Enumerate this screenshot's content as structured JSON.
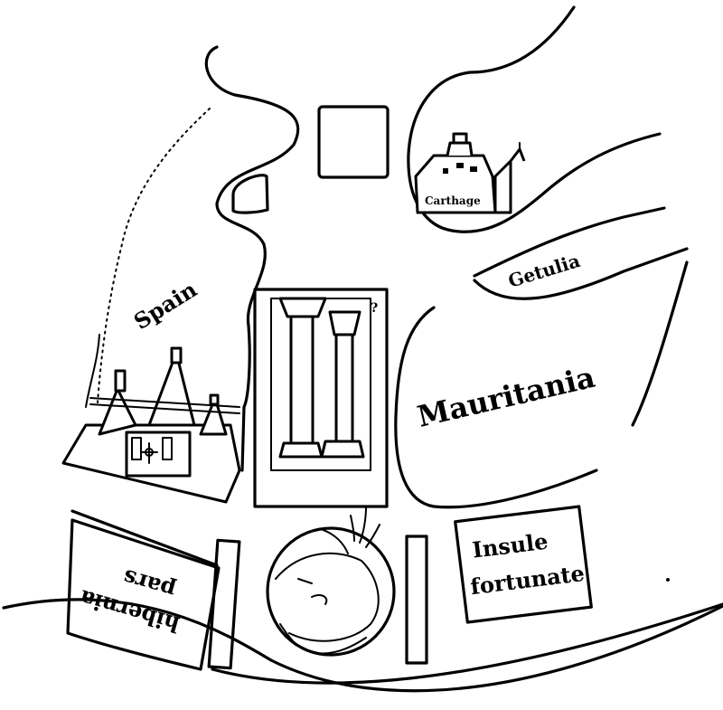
{
  "map": {
    "style": "medieval pen-and-ink map fragment",
    "ink_color": "#000000",
    "paper_color": "#ffffff",
    "labels": {
      "spain": "Spain",
      "carthage": "Carthage",
      "getulia": "Getulia",
      "mauritania": "Mauritania",
      "insule_line1": "Insule",
      "insule_line2": "fortunate",
      "hibernia_line1": "hibernia",
      "hibernia_line2": "pars"
    },
    "figures": {
      "spain_city": "walled city with three spires",
      "carthage_city": "castle with spire",
      "pillars": "two columns (Pillars of Hercules)",
      "wind_head": "blowing wind head in circle"
    }
  }
}
